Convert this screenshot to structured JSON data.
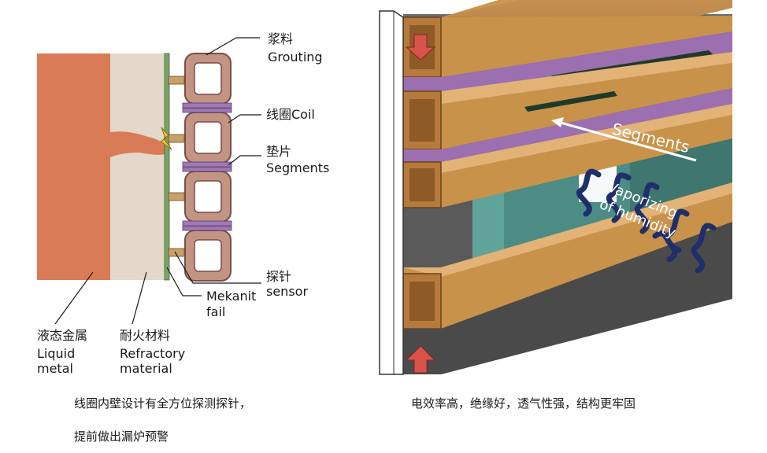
{
  "left_diagram": {
    "labels": {
      "grouting_cn": "浆料",
      "grouting_en": "Grouting",
      "coil": "线圈Coil",
      "segments_cn": "垫片",
      "segments_en": "Segments",
      "sensor_cn": "探针",
      "sensor_en": "sensor",
      "mekanit_1": "Mekanit",
      "mekanit_2": "fail",
      "liquid_cn": "液态金属",
      "liquid_en_1": "Liquid",
      "liquid_en_2": "metal",
      "refractory_cn": "耐火材料",
      "refractory_en_1": "Refractory",
      "refractory_en_2": "material"
    },
    "caption_line1": "线圈内壁设计有全方位探测探针，",
    "caption_line2": "提前做出漏炉预警"
  },
  "right_diagram": {
    "segments_label": "Segments",
    "vapor_line1": "Vaporizing",
    "vapor_line2": "of humidity",
    "caption": "电效率高，绝缘好，透气性强，结构更牢固"
  },
  "colors": {
    "liquid_metal": "#d97b57",
    "refractory": "#e3d8c9",
    "mekanit": "#7aa465",
    "coil_outer": "#c29484",
    "coil_edge": "#7a4d45",
    "segment": "#a07ab4",
    "sensor": "#c9a06a",
    "copper": "#c8924a",
    "teal": "#4d8c84",
    "dark_bg": "#5a5a5a",
    "arrow_red": "#d9534a",
    "vapor_navy": "#1f2f6b"
  }
}
